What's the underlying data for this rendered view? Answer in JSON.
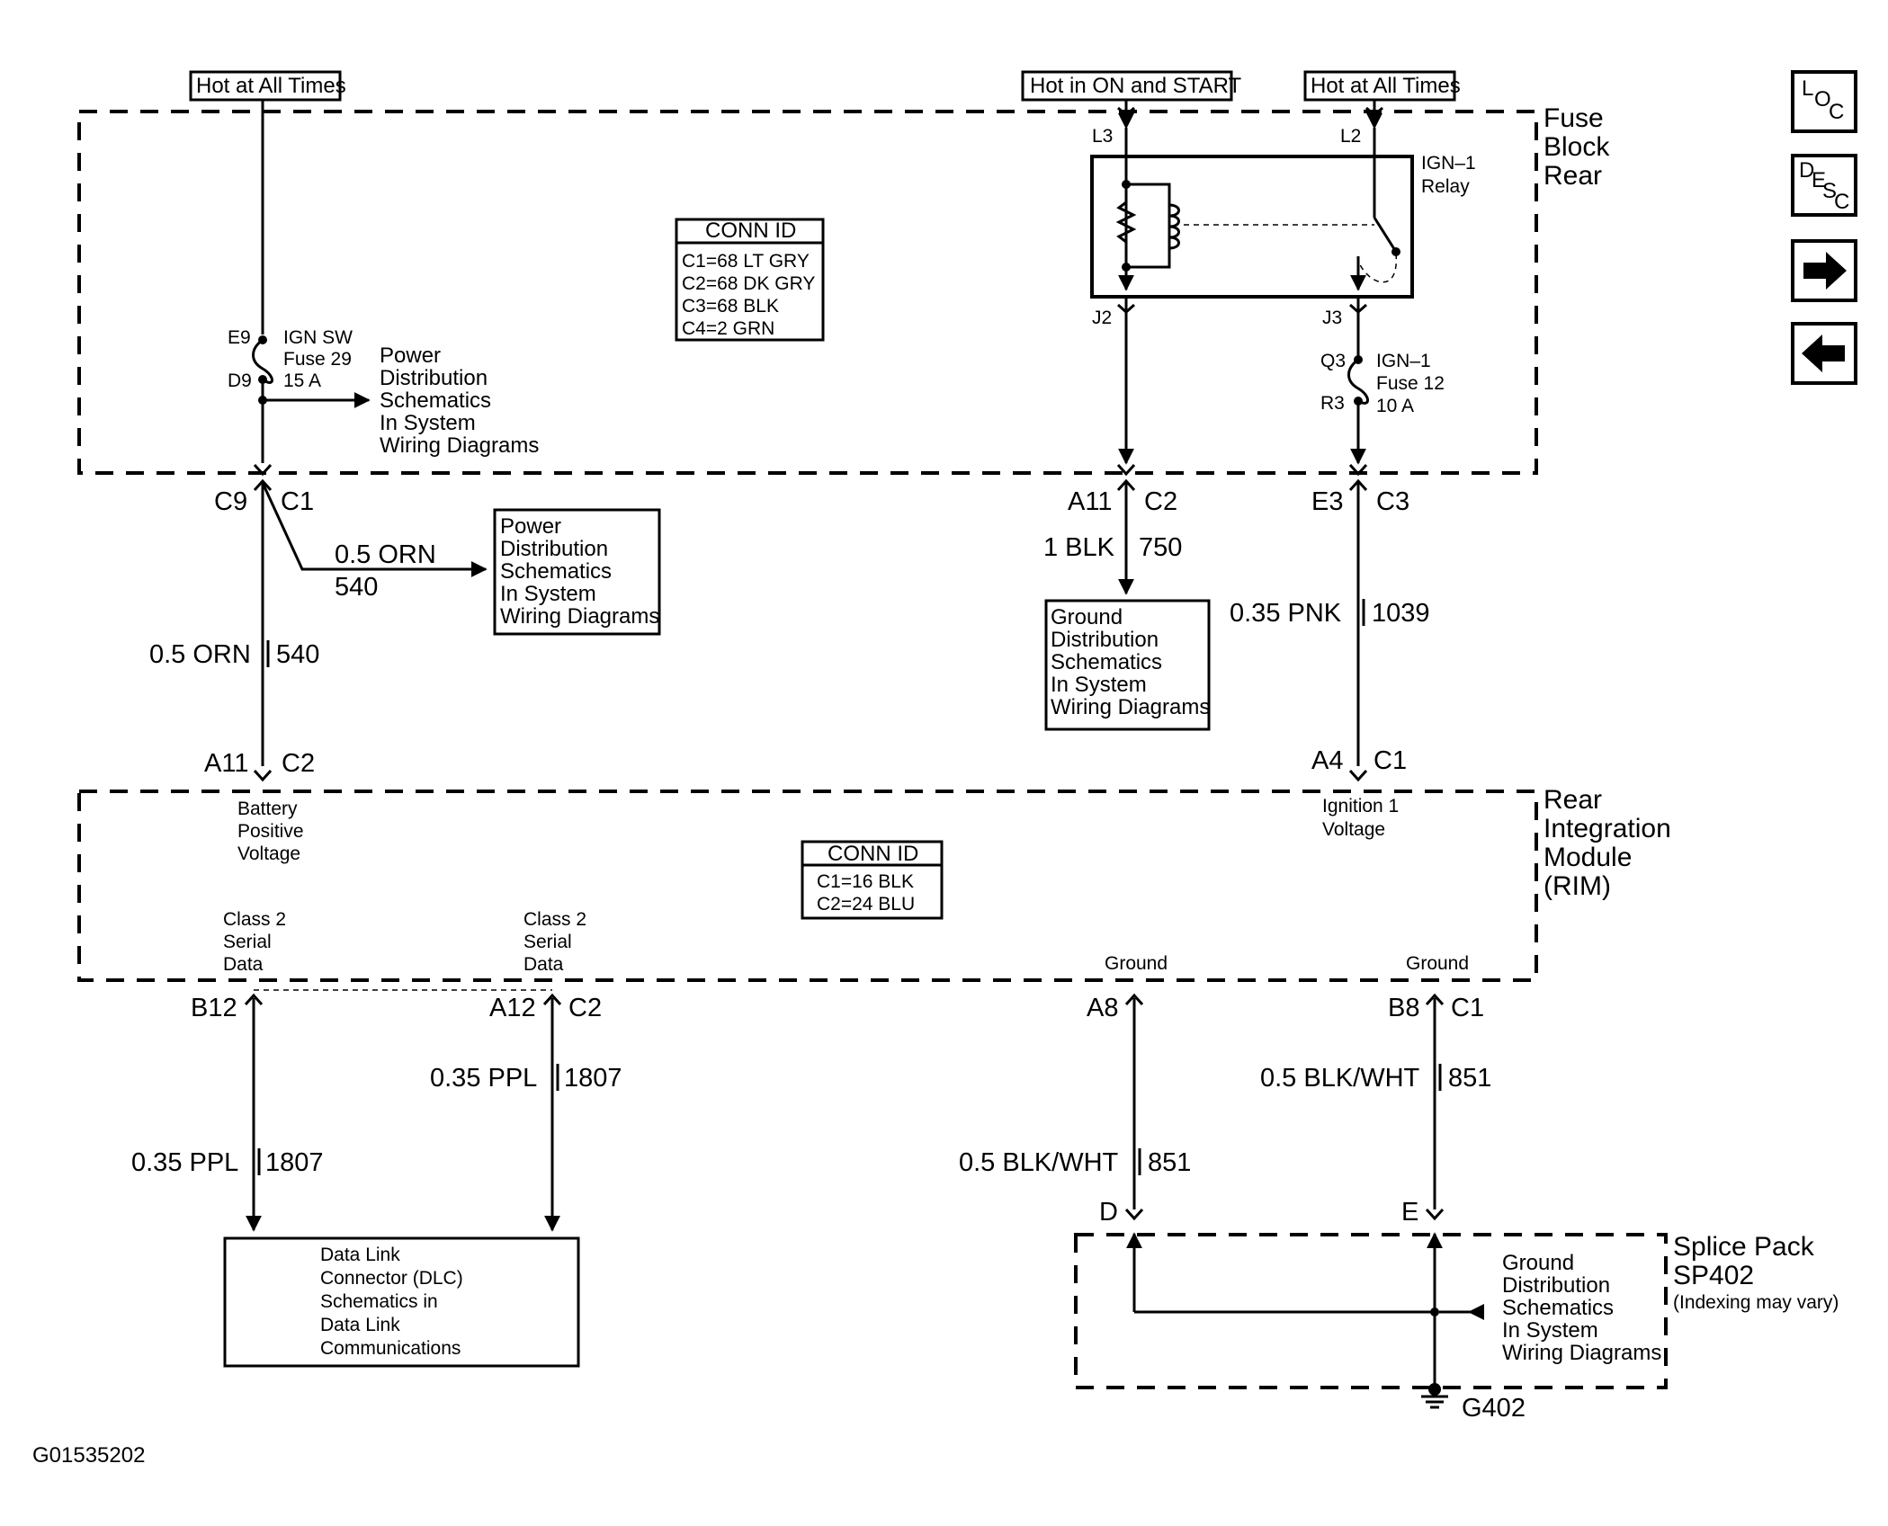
{
  "sources": {
    "hot_left": "Hot at All Times",
    "hot_on_start": "Hot in ON and START",
    "hot_right": "Hot at All Times"
  },
  "fuse_block": {
    "title": [
      "Fuse",
      "Block",
      "Rear"
    ],
    "conn_id": {
      "header": "CONN ID",
      "lines": [
        "C1=68 LT GRY",
        "C2=68 DK GRY",
        "C3=68 BLK",
        "C4=2 GRN"
      ]
    },
    "ign_sw_fuse": {
      "pins": [
        "E9",
        "D9"
      ],
      "lines": [
        "IGN SW",
        "Fuse 29",
        "15 A"
      ]
    },
    "relay": {
      "lines": [
        "IGN–1",
        "Relay"
      ],
      "pins": [
        "L3",
        "L2",
        "J2",
        "J3"
      ]
    },
    "ign1_fuse": {
      "pins": [
        "Q3",
        "R3"
      ],
      "lines": [
        "IGN–1",
        "Fuse 12",
        "10 A"
      ]
    },
    "inner_ref": [
      "Power",
      "Distribution",
      "Schematics",
      "In System",
      "Wiring Diagrams"
    ]
  },
  "connectors_top": {
    "left": {
      "pin": "C9",
      "conn": "C1"
    },
    "mid": {
      "pin": "A11",
      "conn": "C2"
    },
    "right": {
      "pin": "E3",
      "conn": "C3"
    }
  },
  "wires_top": {
    "branch": {
      "color": "0.5 ORN",
      "circuit": "540"
    },
    "left": {
      "color": "0.5 ORN",
      "circuit": "540"
    },
    "mid": {
      "color": "1 BLK",
      "circuit": "750"
    },
    "right": {
      "color": "0.35 PNK",
      "circuit": "1039"
    }
  },
  "ref_boxes": {
    "power": [
      "Power",
      "Distribution",
      "Schematics",
      "In System",
      "Wiring Diagrams"
    ],
    "ground": [
      "Ground",
      "Distribution",
      "Schematics",
      "In System",
      "Wiring Diagrams"
    ]
  },
  "rim_connectors": {
    "left": {
      "pin": "A11",
      "conn": "C2"
    },
    "right": {
      "pin": "A4",
      "conn": "C1"
    }
  },
  "rim": {
    "title": [
      "Rear",
      "Integration",
      "Module",
      "(RIM)"
    ],
    "conn_id": {
      "header": "CONN ID",
      "lines": [
        "C1=16 BLK",
        "C2=24 BLU"
      ]
    },
    "battery": [
      "Battery",
      "Positive",
      "Voltage"
    ],
    "ignition": [
      "Ignition 1",
      "Voltage"
    ],
    "class2_a": [
      "Class 2",
      "Serial",
      "Data"
    ],
    "class2_b": [
      "Class 2",
      "Serial",
      "Data"
    ],
    "ground_a": "Ground",
    "ground_b": "Ground"
  },
  "connectors_bottom": {
    "b12": {
      "pin": "B12"
    },
    "a12": {
      "pin": "A12",
      "conn": "C2"
    },
    "a8": {
      "pin": "A8"
    },
    "b8": {
      "pin": "B8",
      "conn": "C1"
    }
  },
  "wires_bottom": {
    "ppl_left": {
      "color": "0.35 PPL",
      "circuit": "1807"
    },
    "ppl_right": {
      "color": "0.35 PPL",
      "circuit": "1807"
    },
    "blk_left": {
      "color": "0.5 BLK/WHT",
      "circuit": "851"
    },
    "blk_right": {
      "color": "0.5 BLK/WHT",
      "circuit": "851"
    }
  },
  "dlc": [
    "Data Link",
    "Connector (DLC)",
    "Schematics in",
    "Data Link",
    "Communications"
  ],
  "splice": {
    "title": [
      "Splice Pack",
      "SP402"
    ],
    "note": "(Indexing may vary)",
    "pins": {
      "d": "D",
      "e": "E"
    },
    "ref": [
      "Ground",
      "Distribution",
      "Schematics",
      "In System",
      "Wiring Diagrams"
    ],
    "ground": "G402"
  },
  "nav": {
    "loc": [
      "L",
      "O",
      "C"
    ],
    "desc": [
      "D",
      "E",
      "S",
      "C"
    ],
    "next_icon": "arrow-right",
    "prev_icon": "arrow-left"
  },
  "figure_id": "G01535202"
}
